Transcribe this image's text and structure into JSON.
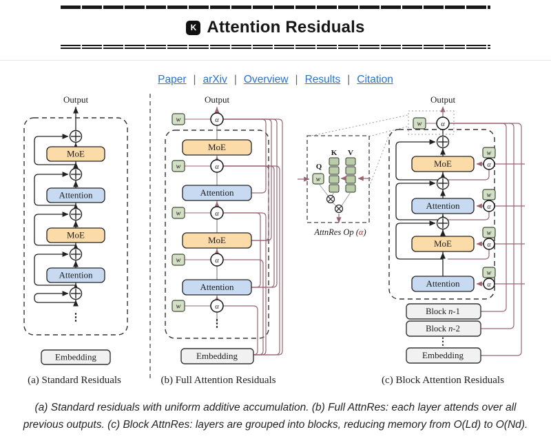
{
  "header": {
    "icon_letter": "K",
    "title": "Attention Residuals"
  },
  "nav": {
    "separator": "|",
    "links": [
      {
        "label": "Paper"
      },
      {
        "label": "arXiv"
      },
      {
        "label": "Overview"
      },
      {
        "label": "Results"
      },
      {
        "label": "Citation"
      }
    ]
  },
  "figure": {
    "labels": {
      "output": "Output",
      "moe": "MoE",
      "attention": "Attention",
      "embedding": "Embedding",
      "w": "w",
      "alpha": "α",
      "dots": "⋮",
      "k": "K",
      "v": "V",
      "q": "Q",
      "block_prefix": "Block ",
      "n_var": "n",
      "minus1": "-1",
      "minus2": "-2",
      "attnres_pre": "AttnRes Op (",
      "attnres_alpha": "α",
      "attnres_post": ")"
    },
    "captions": {
      "a": "(a) Standard Residuals",
      "b": "(b) Full Attention Residuals",
      "c": "(c) Block Attention Residuals"
    }
  },
  "caption": {
    "text": "(a) Standard residuals with uniform additive accumulation. (b) Full AttnRes: each layer attends over all previous outputs. (c) Block AttnRes: layers are grouped into blocks, reducing memory from O(Ld) to O(Nd)."
  },
  "colors": {
    "link_blue": "#2273d8",
    "moe_fill": "#fbdba7",
    "attention_fill": "#c7daf2",
    "gray_block_fill": "#f1f1f1",
    "w_fill": "#d4e0c5",
    "kv_cell_fill": "#b9cda6",
    "alpha_red": "#c2282d",
    "maroon_line": "#9a6370",
    "black_line": "#222222"
  }
}
